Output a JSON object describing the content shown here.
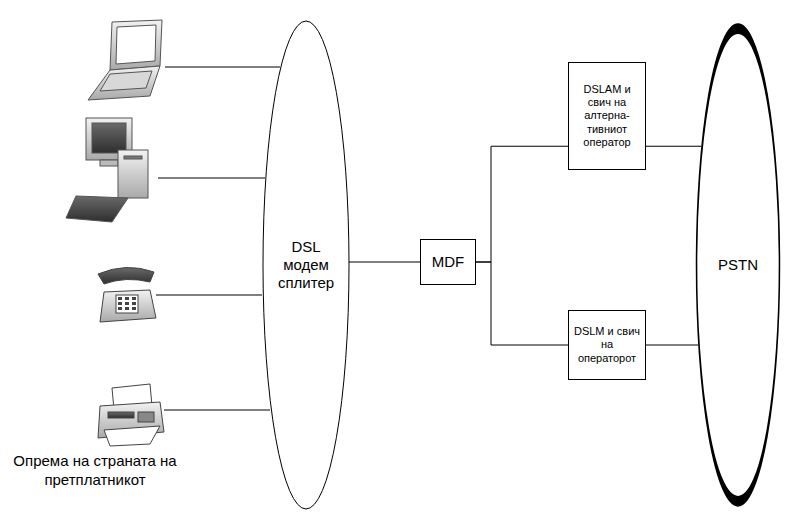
{
  "diagram": {
    "nodes": [
      {
        "text": [
          "DSL модем сплитер"
        ]
      },
      {
        "text": [
          "MDF"
        ]
      },
      {
        "text": [
          "DSLAM и свич на алтерна-тивниот оператор"
        ]
      },
      {
        "text": [
          "DSLM и свич на операторот"
        ]
      },
      {
        "text": [
          "PSTN"
        ]
      }
    ],
    "edges": [
      {
        "from": 0,
        "to": 1,
        "arrow": "none"
      },
      {
        "from": 1,
        "to": 2,
        "arrow": "none"
      },
      {
        "from": 1,
        "to": 3,
        "arrow": "none"
      },
      {
        "from": 2,
        "to": 4,
        "arrow": "none"
      },
      {
        "from": 3,
        "to": 4,
        "arrow": "none"
      }
    ],
    "labels": [
      "Опрема на страната на претплатникот"
    ]
  }
}
